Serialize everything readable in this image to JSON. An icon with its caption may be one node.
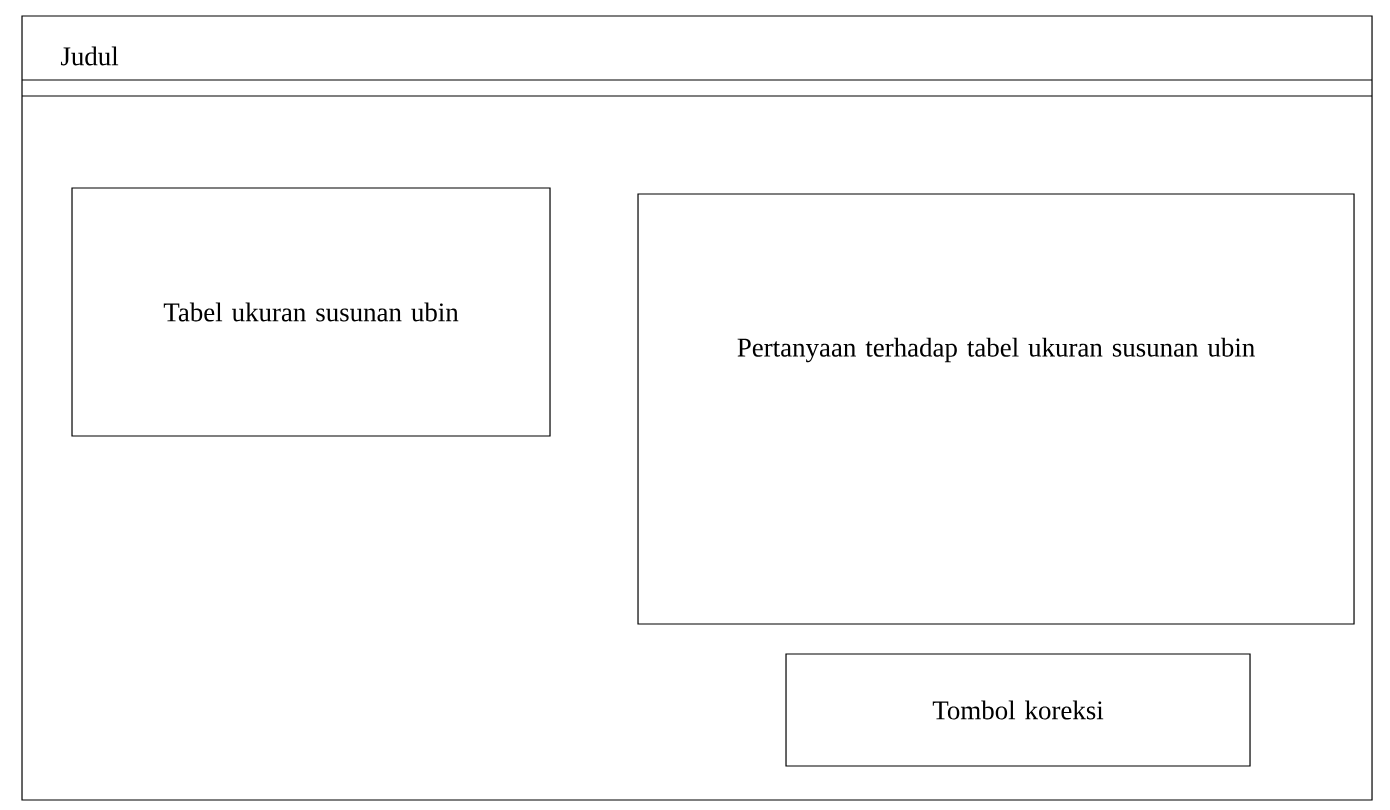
{
  "diagram": {
    "nodes": [
      {
        "text": [
          "Judul"
        ]
      },
      {
        "text": [
          "Tabel ukuran susunan ubin"
        ],
        "in": 0
      },
      {
        "text": [
          "Pertanyaan terhadap tabel ukuran susunan ubin"
        ],
        "in": 0
      },
      {
        "text": [
          "Tombol koreksi"
        ],
        "in": 0
      }
    ]
  }
}
